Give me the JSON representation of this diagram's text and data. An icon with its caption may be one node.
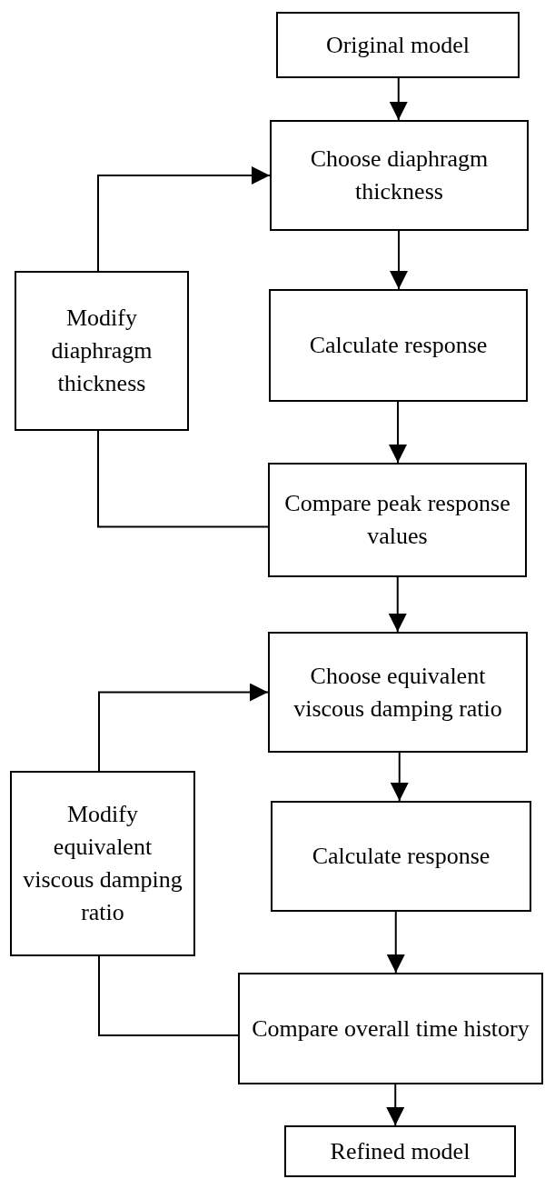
{
  "diagram": {
    "nodes": [
      {
        "text": [
          "Original model"
        ]
      },
      {
        "text": [
          "Choose diaphragm thickness"
        ]
      },
      {
        "text": [
          "Modify diaphragm thickness"
        ]
      },
      {
        "text": [
          "Calculate response"
        ]
      },
      {
        "text": [
          "Compare peak response values"
        ]
      },
      {
        "text": [
          "Choose equivalent viscous damping ratio"
        ]
      },
      {
        "text": [
          "Modify equivalent viscous damping ratio"
        ]
      },
      {
        "text": [
          "Calculate response"
        ]
      },
      {
        "text": [
          "Compare overall time history"
        ]
      },
      {
        "text": [
          "Refined model"
        ]
      }
    ],
    "edges": [
      {
        "from": 0,
        "to": 1,
        "arrow": "to"
      },
      {
        "from": 1,
        "to": 3,
        "arrow": "to"
      },
      {
        "from": 3,
        "to": 4,
        "arrow": "to"
      },
      {
        "from": 4,
        "to": 2,
        "arrow": "none"
      },
      {
        "from": 2,
        "to": 1,
        "arrow": "to"
      },
      {
        "from": 4,
        "to": 5,
        "arrow": "to"
      },
      {
        "from": 5,
        "to": 7,
        "arrow": "to"
      },
      {
        "from": 7,
        "to": 8,
        "arrow": "to"
      },
      {
        "from": 8,
        "to": 6,
        "arrow": "none"
      },
      {
        "from": 6,
        "to": 5,
        "arrow": "to"
      },
      {
        "from": 8,
        "to": 9,
        "arrow": "to"
      }
    ]
  }
}
